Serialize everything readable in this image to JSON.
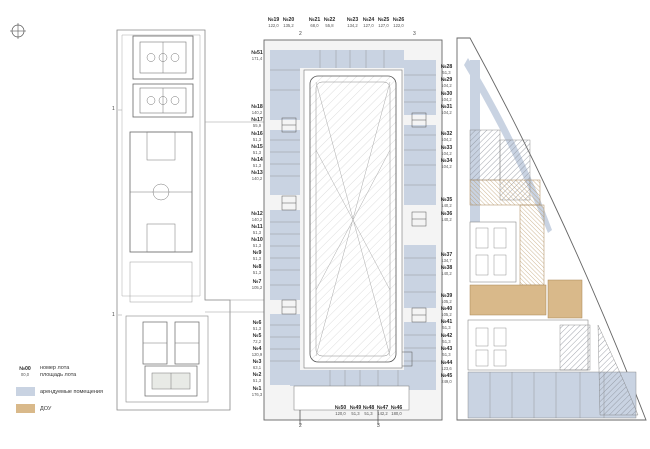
{
  "colors": {
    "rented": "#c9d3e2",
    "rented_dark": "#9fb0c8",
    "kindergarten": "#d9b98a",
    "line": "#777777",
    "wall": "#6a6a6a"
  },
  "icons": [
    "compass-icon",
    "section-marker-icon"
  ],
  "lots_top": [
    {
      "n": "№19",
      "a": "122,0"
    },
    {
      "n": "№20",
      "a": "135,2"
    },
    {
      "n": "№21",
      "a": "68,0"
    },
    {
      "n": "№22",
      "a": "55,8"
    },
    {
      "n": "№23",
      "a": "134,2"
    },
    {
      "n": "№24",
      "a": "127,0"
    },
    {
      "n": "№25",
      "a": "127,0"
    },
    {
      "n": "№26",
      "a": "122,0"
    }
  ],
  "lots_left": [
    {
      "n": "№51",
      "a": "171,4"
    },
    {
      "n": "№18",
      "a": "140,2"
    },
    {
      "n": "№17",
      "a": "55,9"
    },
    {
      "n": "№16",
      "a": "51,3"
    },
    {
      "n": "№15",
      "a": "51,3"
    },
    {
      "n": "№14",
      "a": "51,3"
    },
    {
      "n": "№13",
      "a": "140,2"
    },
    {
      "n": "№12",
      "a": "140,2"
    },
    {
      "n": "№11",
      "a": "51,3"
    },
    {
      "n": "№10",
      "a": "51,3"
    },
    {
      "n": "№9",
      "a": "51,3"
    },
    {
      "n": "№8",
      "a": "51,3"
    },
    {
      "n": "№7",
      "a": "105,2"
    },
    {
      "n": "№6",
      "a": "51,3"
    },
    {
      "n": "№5",
      "a": "72,2"
    },
    {
      "n": "№4",
      "a": "120,9"
    },
    {
      "n": "№3",
      "a": "63,1"
    },
    {
      "n": "№2",
      "a": "51,3"
    },
    {
      "n": "№1",
      "a": "176,3"
    }
  ],
  "lots_right": [
    {
      "n": "№28",
      "a": "51,3"
    },
    {
      "n": "№29",
      "a": "104,2"
    },
    {
      "n": "№30",
      "a": "104,2"
    },
    {
      "n": "№31",
      "a": "104,2"
    },
    {
      "n": "№32",
      "a": "104,2"
    },
    {
      "n": "№33",
      "a": "104,2"
    },
    {
      "n": "№34",
      "a": "104,2"
    },
    {
      "n": "№35",
      "a": "140,2"
    },
    {
      "n": "№36",
      "a": "140,2"
    },
    {
      "n": "№37",
      "a": "134,7"
    },
    {
      "n": "№38",
      "a": "140,2"
    },
    {
      "n": "№39",
      "a": "105,2"
    },
    {
      "n": "№40",
      "a": "105,2"
    },
    {
      "n": "№41",
      "a": "51,3"
    },
    {
      "n": "№42",
      "a": "51,3"
    },
    {
      "n": "№43",
      "a": "51,3"
    },
    {
      "n": "№44",
      "a": "123,6"
    },
    {
      "n": "№45",
      "a": "249,0"
    }
  ],
  "lots_bottom": [
    {
      "n": "№50",
      "a": "120,0"
    },
    {
      "n": "№49",
      "a": "51,3"
    },
    {
      "n": "№48",
      "a": "51,3"
    },
    {
      "n": "№47",
      "a": "142,2"
    },
    {
      "n": "№46",
      "a": "180,0"
    }
  ],
  "legend": {
    "key_number": "№00",
    "key_area": "00,0",
    "key_number_label": "номер лота",
    "key_area_label": "площадь лота",
    "rented_label": "арендуемые помещения",
    "kindergarten_label": "ДОУ"
  },
  "section_marks": [
    "1",
    "1",
    "2",
    "2",
    "3",
    "3"
  ]
}
